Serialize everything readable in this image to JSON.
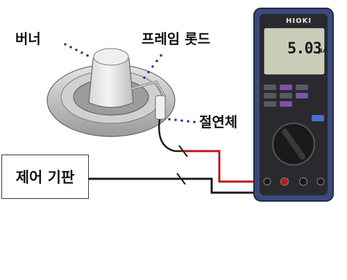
{
  "labels": {
    "burner": "버너",
    "frame_rod": "프레임 롯드",
    "insulator": "절연체",
    "control_board": "제어 기판"
  },
  "meter": {
    "brand": "HIOKI",
    "display_value": "5.03",
    "display_unit": "μA"
  },
  "colors": {
    "probe_red": "#c0141c",
    "probe_black": "#1a1a1a",
    "meter_body": "#3b4a7a",
    "meter_face": "#2a2a2e",
    "lcd": "#c9cdb8",
    "dots": "#1f3a8a"
  }
}
